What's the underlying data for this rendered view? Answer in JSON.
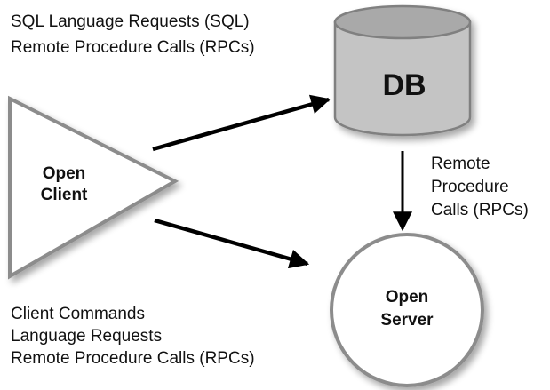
{
  "diagram": {
    "top_label": [
      "SQL Language Requests (SQL)",
      "Remote Procedure Calls (RPCs)"
    ],
    "bottom_label": [
      "Client Commands",
      "Language Requests",
      "Remote Procedure Calls (RPCs)"
    ],
    "right_label": [
      "Remote",
      "Procedure",
      "Calls (RPCs)"
    ],
    "nodes": {
      "db": {
        "label": "DB",
        "shape": "cylinder"
      },
      "client": {
        "label": [
          "Open",
          "Client"
        ],
        "shape": "triangle"
      },
      "server": {
        "label": [
          "Open",
          "Server"
        ],
        "shape": "circle"
      }
    },
    "edges": [
      {
        "from": "client",
        "to": "db"
      },
      {
        "from": "client",
        "to": "server"
      },
      {
        "from": "db",
        "to": "server"
      }
    ],
    "colors": {
      "outline": "#8c8c8c",
      "cylinder_fill": "#c4c4c4",
      "cylinder_top": "#a9a9a9",
      "arrow": "#000000",
      "text": "#111111"
    }
  }
}
